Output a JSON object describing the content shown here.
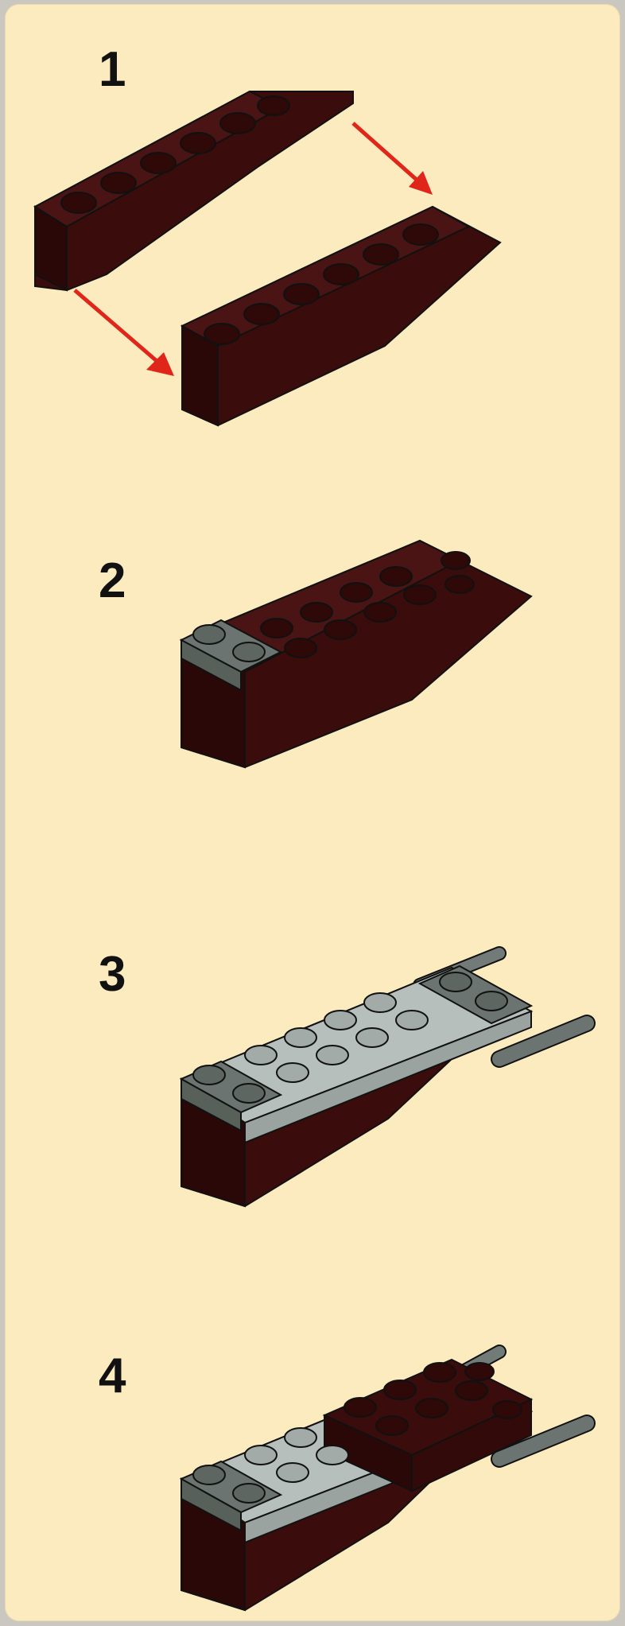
{
  "steps": [
    {
      "number": "1",
      "caption": ""
    },
    {
      "number": "2",
      "caption": ""
    },
    {
      "number": "3",
      "caption": ""
    },
    {
      "number": "4",
      "caption": ""
    }
  ],
  "colors": {
    "background": "#fbebbe",
    "dark_red_brick": "#3a0d0d",
    "dark_gray_plate": "#6b7470",
    "light_gray_plate": "#b7bfbd",
    "arrow": "#e0261b"
  }
}
